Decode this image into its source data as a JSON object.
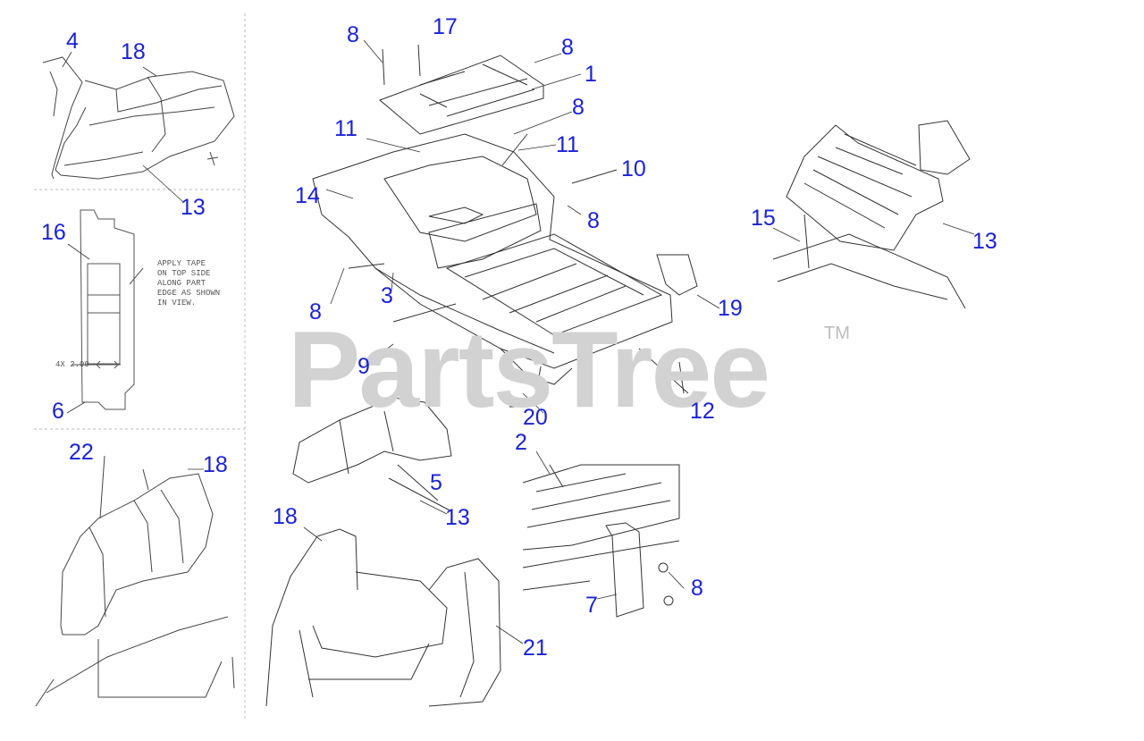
{
  "watermark": {
    "brand": "PartsTree",
    "trademark": "TM"
  },
  "note": {
    "text": "APPLY TAPE\nON TOP SIDE\nALONG PART\nEDGE AS SHOWN\nIN VIEW.",
    "dimension": "4X 2.00"
  },
  "callouts": [
    "4",
    "18",
    "13",
    "16",
    "6",
    "22",
    "18",
    "8",
    "17",
    "8",
    "1",
    "11",
    "8",
    "11",
    "14",
    "10",
    "8",
    "3",
    "8",
    "9",
    "20",
    "12",
    "19",
    "15",
    "13",
    "2",
    "5",
    "13",
    "18",
    "7",
    "8",
    "21"
  ]
}
